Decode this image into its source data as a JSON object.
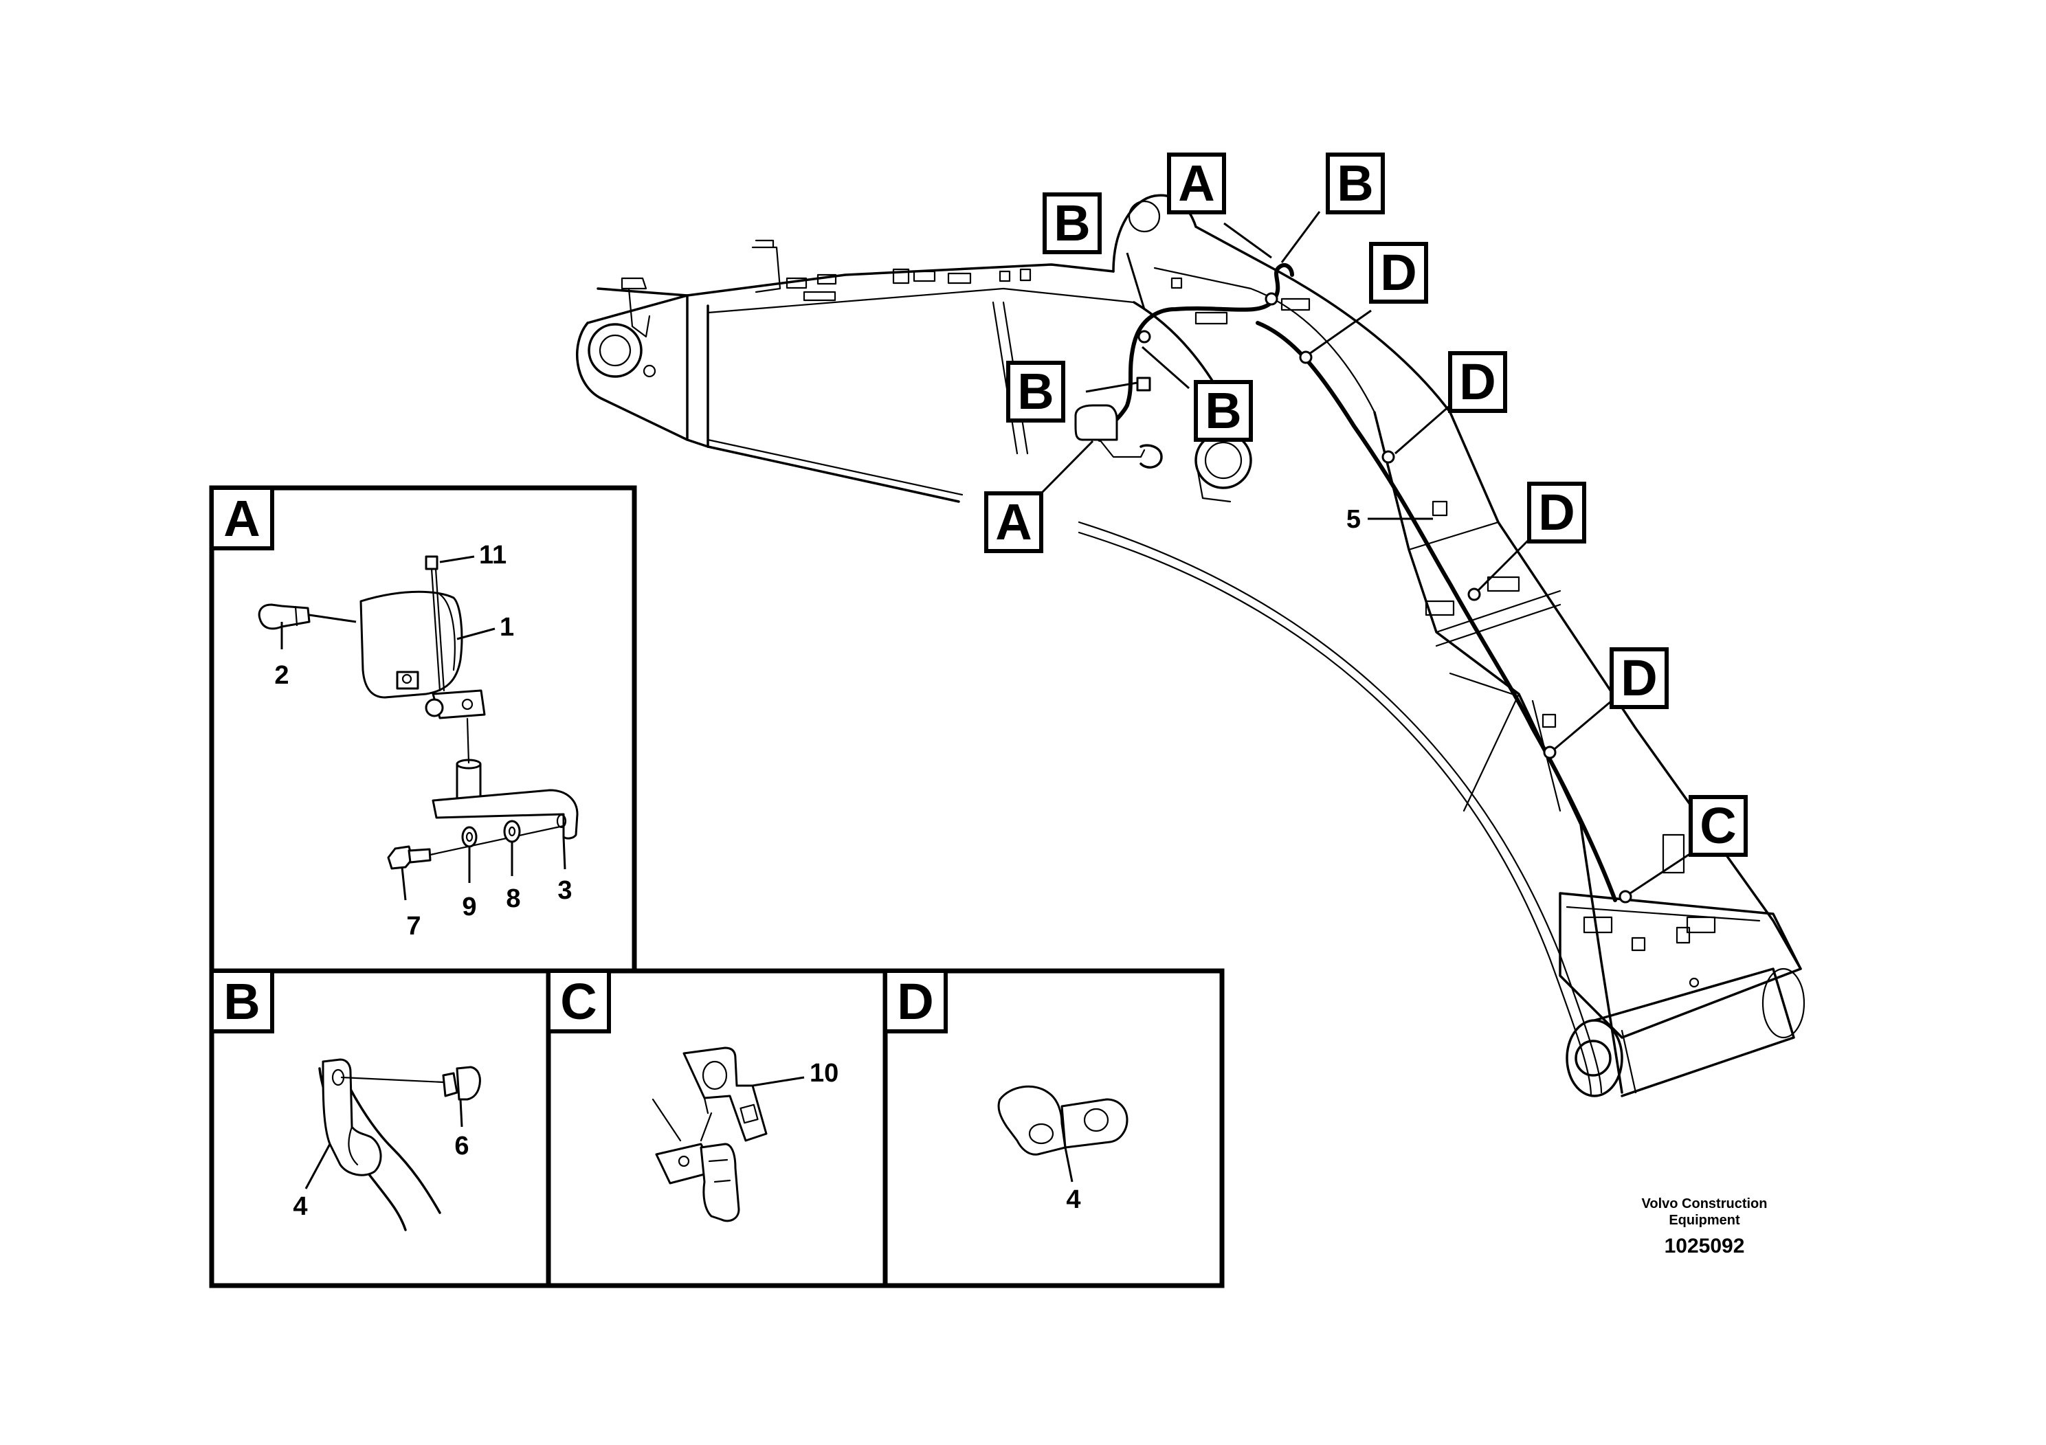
{
  "diagram": {
    "callouts": {
      "a_top": "A",
      "b_top": "B",
      "b_left": "B",
      "d_1": "D",
      "d_2": "D",
      "b_mid": "B",
      "b_lower": "B",
      "a_lower": "A",
      "d_3": "D",
      "d_4": "D",
      "c_main": "C"
    },
    "main_part_label": "5",
    "panels": {
      "a": {
        "tag": "A",
        "parts": {
          "p11": "11",
          "p1": "1",
          "p2": "2",
          "p7": "7",
          "p9": "9",
          "p8": "8",
          "p3": "3"
        }
      },
      "b": {
        "tag": "B",
        "parts": {
          "p6": "6",
          "p4": "4"
        }
      },
      "c": {
        "tag": "C",
        "parts": {
          "p10": "10"
        }
      },
      "d": {
        "tag": "D",
        "parts": {
          "p4": "4"
        }
      }
    },
    "footer": {
      "company_line1": "Volvo Construction",
      "company_line2": "Equipment",
      "drawing_number": "1025092"
    }
  }
}
